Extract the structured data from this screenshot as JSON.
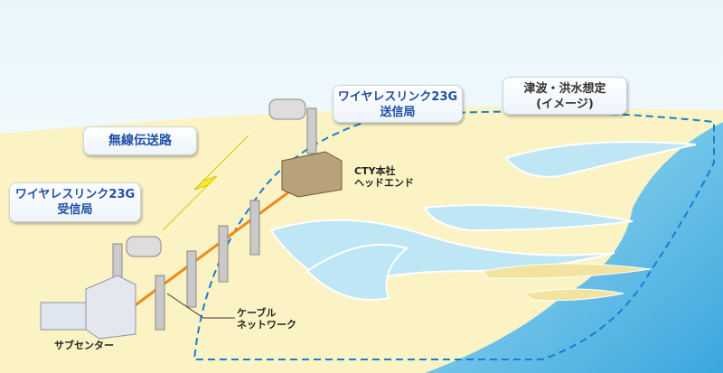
{
  "labels": {
    "wireless_path": "無線伝送路",
    "transmit_station": {
      "line1": "ワイヤレスリンク23G",
      "line2": "送信局"
    },
    "receive_station": {
      "line1": "ワイヤレスリンク23G",
      "line2": "受信局"
    },
    "headend": {
      "line1": "CTY本社",
      "line2": "ヘッドエンド"
    },
    "flood_note": {
      "line1": "津波・洪水想定",
      "line2": "(イメージ)"
    },
    "cable_network": {
      "line1": "ケーブル",
      "line2": "ネットワーク"
    },
    "sub_center": "サブセンター"
  },
  "colors": {
    "land": "#fbf3c4",
    "sea": "#5cc0e8",
    "boundary": "#1a7ed0",
    "cable": "#f08a1c",
    "text_blue": "#1e4fa8"
  }
}
